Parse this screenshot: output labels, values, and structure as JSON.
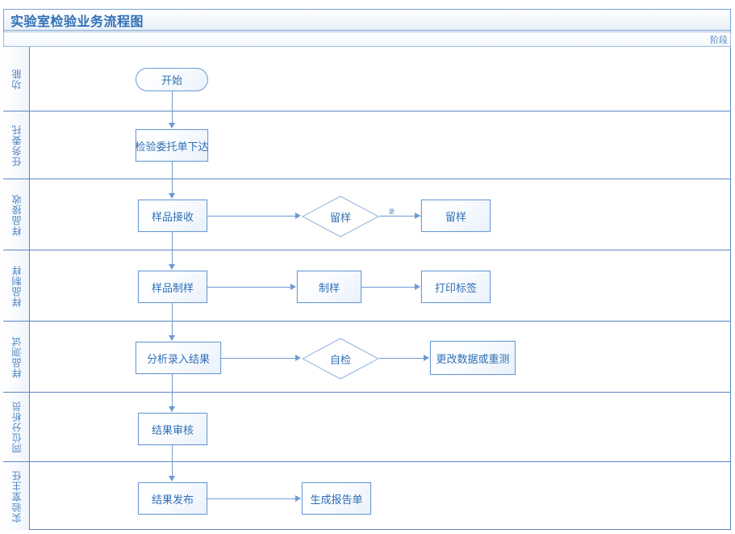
{
  "diagram": {
    "title": "实验室检验业务流程图",
    "phase_header": "阶段",
    "accent_color": "#5b87c5",
    "text_color": "#2f6fb5",
    "shape_border_color": "#6d9bd4",
    "lanes": [
      {
        "label": "功能",
        "nodes": [
          "开始"
        ]
      },
      {
        "label": "任务委托",
        "nodes": [
          "检验委托单下达"
        ]
      },
      {
        "label": "样品接收",
        "nodes": [
          "样品接收",
          "留样",
          "留样"
        ]
      },
      {
        "label": "样品制样",
        "nodes": [
          "样品制样",
          "制样",
          "打印标签"
        ]
      },
      {
        "label": "样品测试",
        "nodes": [
          "分析录入结果",
          "自检",
          "更改数据或重测"
        ]
      },
      {
        "label": "同位分析员",
        "nodes": [
          "结果审核"
        ]
      },
      {
        "label": "实验室主任",
        "nodes": [
          "结果发布",
          "生成报告单"
        ]
      }
    ],
    "nodes": {
      "start": "开始",
      "entrust_order": "检验委托单下达",
      "sample_receive": "样品接收",
      "retain_decision": "留样",
      "retain_sample": "留样",
      "sample_prep": "样品制样",
      "prep": "制样",
      "print_label": "打印标签",
      "analysis_entry": "分析录入结果",
      "self_check": "自检",
      "modify_or_retest": "更改数据或重测",
      "result_review": "结果审核",
      "result_publish": "结果发布",
      "generate_report": "生成报告单"
    },
    "edge_labels": {
      "retain_yes": "是"
    }
  }
}
